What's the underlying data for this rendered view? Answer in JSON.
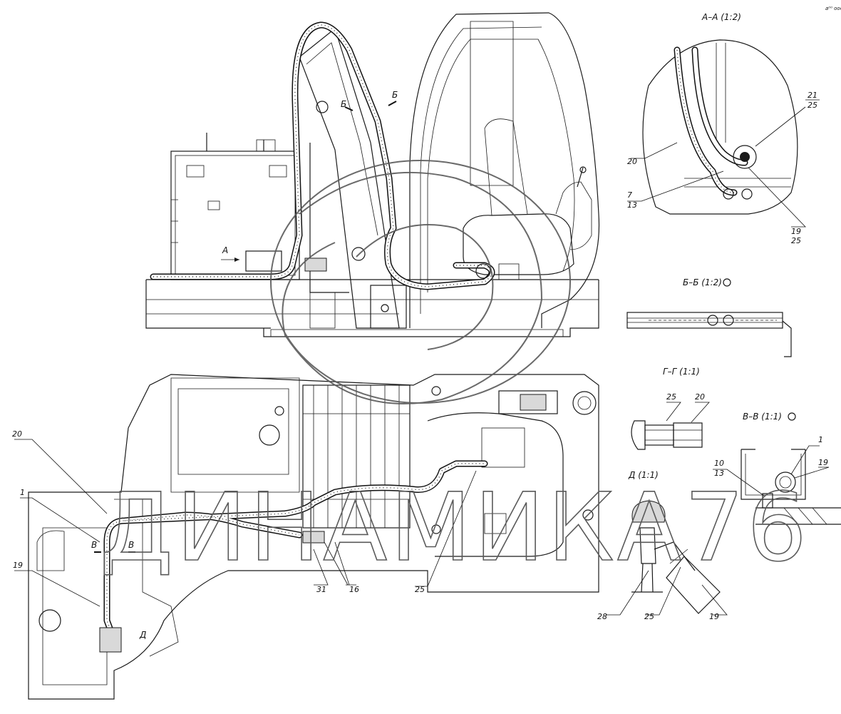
{
  "corner_mark": "a⁰⁰ ooo",
  "watermark": "ДИНАМИКА76",
  "section_titles": {
    "aa": "А–А (1:2)",
    "bb": "Б–Б (1:2)",
    "gg": "Г–Г (1:1)",
    "vv": "В–В (1:1)",
    "d": "Д (1:1)"
  },
  "view_markers": {
    "a_arrow": "А",
    "b_left": "Б",
    "b_right": "Б",
    "v_left": "В",
    "v_right": "В",
    "d_mark": "Д"
  },
  "callouts": {
    "aa_21": "21",
    "aa_25a": "25",
    "aa_20": "20",
    "aa_7": "7",
    "aa_13": "13",
    "aa_19": "19",
    "aa_25b": "25",
    "gg_25": "25",
    "gg_20": "20",
    "vv_1": "1",
    "vv_10": "10",
    "vv_13": "13",
    "vv_19": "19",
    "d_28": "28",
    "d_25": "25",
    "d_19": "19",
    "main_20": "20",
    "main_1": "1",
    "main_19": "19",
    "main_31": "31",
    "main_16": "16",
    "main_25": "25"
  }
}
